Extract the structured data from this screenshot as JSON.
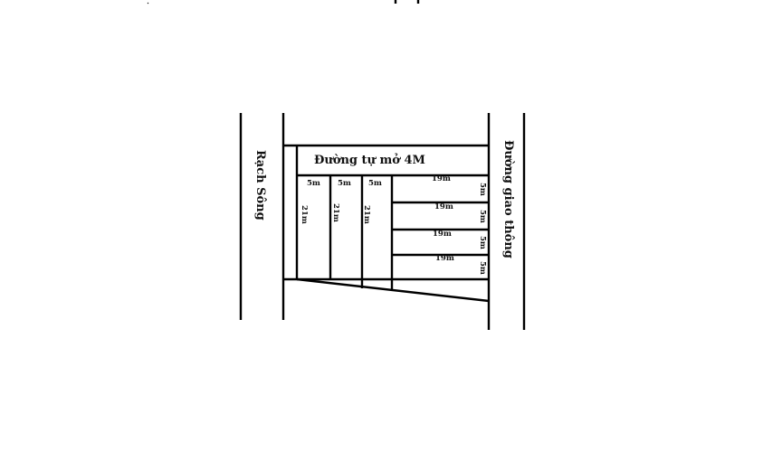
{
  "diagram": {
    "type": "land-plot-layout",
    "labels": {
      "river": "Rạch Sông",
      "main_road": "Đường giao thông",
      "new_road": "Đường tự mở 4M"
    },
    "left_plots": [
      {
        "width": "5m",
        "depth": "21m"
      },
      {
        "width": "5m",
        "depth": "21m"
      },
      {
        "width": "5m",
        "depth": "21m"
      }
    ],
    "right_plots": [
      {
        "length": "19m",
        "frontage": "5m"
      },
      {
        "length": "19m",
        "frontage": "5m"
      },
      {
        "length": "19m",
        "frontage": "5m"
      },
      {
        "length": "19m",
        "frontage": "5m"
      }
    ],
    "line_color": "#000000",
    "background": "#ffffff"
  }
}
